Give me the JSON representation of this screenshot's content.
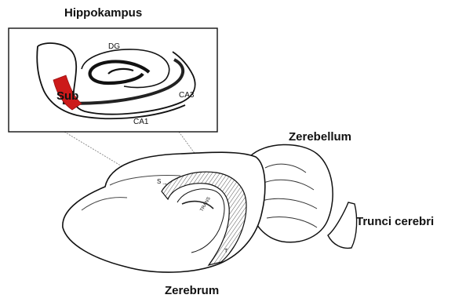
{
  "title": "Hippokampus",
  "inset": {
    "labels": {
      "dg": "DG",
      "sub": "Sub",
      "ca3": "CA3",
      "ca1": "CA1"
    },
    "highlight_color": "#cc1a1a"
  },
  "brain": {
    "labels": {
      "s": "S",
      "trans": "TRANS",
      "t": "T"
    }
  },
  "regions": {
    "cerebellum": "Zerebellum",
    "brainstem": "Trunci cerebri",
    "cerebrum": "Zerebrum"
  }
}
